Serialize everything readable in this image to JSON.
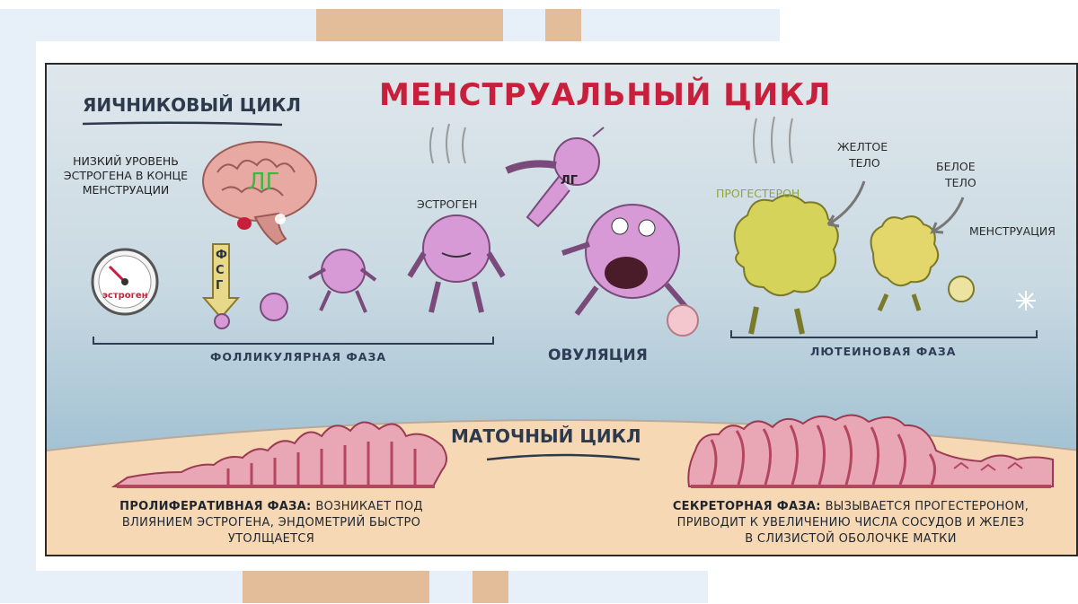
{
  "title": "МЕНСТРУАЛЬНЫЙ ЦИКЛ",
  "ovarian_cycle": {
    "heading": "ЯИЧНИКОВЫЙ ЦИКЛ",
    "note": "НИЗКИЙ УРОВЕНЬ ЭСТРОГЕНА В КОНЦЕ МЕНСТРУАЦИИ",
    "gauge_label": "эстроген",
    "brain_hormone": "ЛГ",
    "fsh_letters": [
      "Ф",
      "С",
      "Г"
    ],
    "estrogen_label": "ЭСТРОГЕН",
    "lh_label": "ЛГ",
    "progesterone_label": "ПРОГЕСТЕРОН",
    "yellow_body_line1": "ЖЕЛТОЕ",
    "yellow_body_line2": "ТЕЛО",
    "white_body_line1": "БЕЛОЕ",
    "white_body_line2": "ТЕЛО",
    "menstruation_label": "МЕНСТРУАЦИЯ",
    "follicular_phase": "ФОЛЛИКУЛЯРНАЯ ФАЗА",
    "ovulation": "ОВУЛЯЦИЯ",
    "luteal_phase": "ЛЮТЕИНОВАЯ ФАЗА"
  },
  "uterine_cycle": {
    "heading": "МАТОЧНЫЙ ЦИКЛ",
    "proliferative_title": "ПРОЛИФЕРАТИВНАЯ ФАЗА:",
    "proliferative_text_1": "ВОЗНИКАЕТ ПОД",
    "proliferative_text_2": "ВЛИЯНИЕМ ЭСТРОГЕНА, ЭНДОМЕТРИЙ БЫСТРО",
    "proliferative_text_3": "УТОЛЩАЕТСЯ",
    "secretory_title": "СЕКРЕТОРНАЯ ФАЗА:",
    "secretory_text_1": "ВЫЗЫВАЕТСЯ ПРОГЕСТЕРОНОМ,",
    "secretory_text_2": "ПРИВОДИТ К УВЕЛИЧЕНИЮ ЧИСЛА СОСУДОВ И ЖЕЛЕЗ",
    "secretory_text_3": "В СЛИЗИСТОЙ ОБОЛОЧКЕ МАТКИ"
  },
  "colors": {
    "title_red": "#c8203c",
    "follicle_pink": "#d89ad6",
    "corpus_yellow": "#d6d35a",
    "endometrium": "#d6859a",
    "decor_orange": "#e3bd9a",
    "decor_blue": "#e7eff8"
  }
}
